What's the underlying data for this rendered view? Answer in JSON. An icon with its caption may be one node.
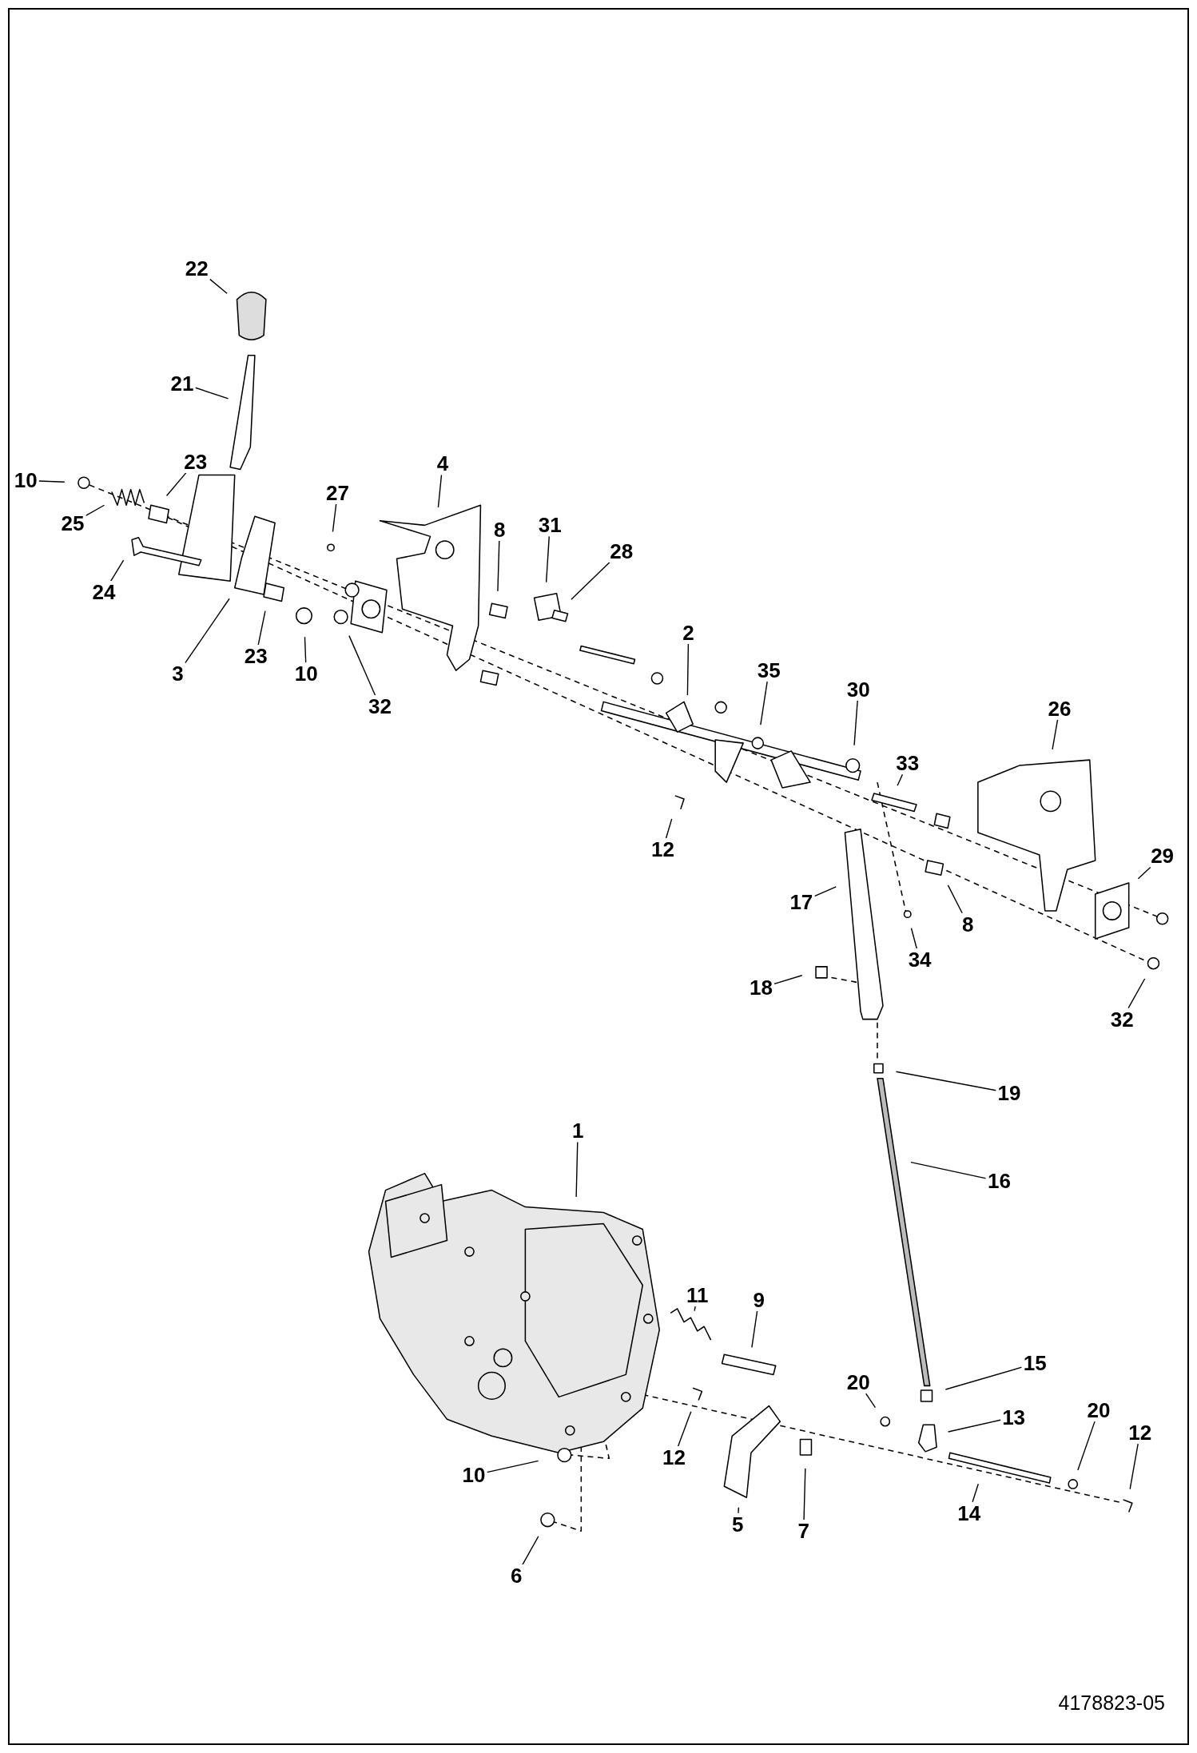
{
  "diagram": {
    "nodes": [
      {
        "text": [
          "22"
        ]
      },
      {
        "text": [
          "21"
        ]
      },
      {
        "text": [
          "23"
        ]
      },
      {
        "text": [
          "10"
        ]
      },
      {
        "text": [
          "25"
        ]
      },
      {
        "text": [
          "24"
        ]
      },
      {
        "text": [
          "3"
        ]
      },
      {
        "text": [
          "23"
        ]
      },
      {
        "text": [
          "10"
        ]
      },
      {
        "text": [
          "32"
        ]
      },
      {
        "text": [
          "27"
        ]
      },
      {
        "text": [
          "4"
        ]
      },
      {
        "text": [
          "8"
        ]
      },
      {
        "text": [
          "31"
        ]
      },
      {
        "text": [
          "28"
        ]
      },
      {
        "text": [
          "2"
        ]
      },
      {
        "text": [
          "35"
        ]
      },
      {
        "text": [
          "30"
        ]
      },
      {
        "text": [
          "33"
        ]
      },
      {
        "text": [
          "26"
        ]
      },
      {
        "text": [
          "12"
        ]
      },
      {
        "text": [
          "17"
        ]
      },
      {
        "text": [
          "8"
        ]
      },
      {
        "text": [
          "29"
        ]
      },
      {
        "text": [
          "34"
        ]
      },
      {
        "text": [
          "18"
        ]
      },
      {
        "text": [
          "32"
        ]
      },
      {
        "text": [
          "19"
        ]
      },
      {
        "text": [
          "16"
        ]
      },
      {
        "text": [
          "1"
        ]
      },
      {
        "text": [
          "11"
        ]
      },
      {
        "text": [
          "9"
        ]
      },
      {
        "text": [
          "15"
        ]
      },
      {
        "text": [
          "20"
        ]
      },
      {
        "text": [
          "13"
        ]
      },
      {
        "text": [
          "20"
        ]
      },
      {
        "text": [
          "12"
        ]
      },
      {
        "text": [
          "12"
        ]
      },
      {
        "text": [
          "10"
        ]
      },
      {
        "text": [
          "5"
        ]
      },
      {
        "text": [
          "7"
        ]
      },
      {
        "text": [
          "14"
        ]
      },
      {
        "text": [
          "6"
        ]
      }
    ],
    "edges": [
      {
        "from": 0,
        "to": null,
        "arrow": "none"
      },
      {
        "from": 1,
        "to": null,
        "arrow": "none"
      },
      {
        "from": 2,
        "to": null,
        "arrow": "none"
      },
      {
        "from": 3,
        "to": null,
        "arrow": "none"
      },
      {
        "from": 4,
        "to": null,
        "arrow": "none"
      },
      {
        "from": 5,
        "to": null,
        "arrow": "none"
      },
      {
        "from": 6,
        "to": null,
        "arrow": "none"
      },
      {
        "from": 7,
        "to": null,
        "arrow": "none"
      },
      {
        "from": 8,
        "to": null,
        "arrow": "none"
      },
      {
        "from": 9,
        "to": null,
        "arrow": "none"
      },
      {
        "from": 10,
        "to": null,
        "arrow": "none"
      },
      {
        "from": 11,
        "to": null,
        "arrow": "none"
      },
      {
        "from": 12,
        "to": null,
        "arrow": "none"
      },
      {
        "from": 13,
        "to": null,
        "arrow": "none"
      },
      {
        "from": 14,
        "to": null,
        "arrow": "none"
      },
      {
        "from": 15,
        "to": null,
        "arrow": "none"
      },
      {
        "from": 16,
        "to": null,
        "arrow": "none"
      },
      {
        "from": 17,
        "to": null,
        "arrow": "none"
      },
      {
        "from": 18,
        "to": null,
        "arrow": "none"
      },
      {
        "from": 19,
        "to": null,
        "arrow": "none"
      },
      {
        "from": 20,
        "to": null,
        "arrow": "none"
      },
      {
        "from": 21,
        "to": null,
        "arrow": "none"
      },
      {
        "from": 22,
        "to": null,
        "arrow": "none"
      },
      {
        "from": 23,
        "to": null,
        "arrow": "none"
      },
      {
        "from": 24,
        "to": null,
        "arrow": "none"
      },
      {
        "from": 25,
        "to": null,
        "arrow": "none"
      },
      {
        "from": 26,
        "to": null,
        "arrow": "none"
      },
      {
        "from": 27,
        "to": null,
        "arrow": "none"
      },
      {
        "from": 28,
        "to": null,
        "arrow": "none"
      },
      {
        "from": 29,
        "to": null,
        "arrow": "none"
      },
      {
        "from": 30,
        "to": null,
        "arrow": "none"
      },
      {
        "from": 31,
        "to": null,
        "arrow": "none"
      },
      {
        "from": 32,
        "to": null,
        "arrow": "none"
      },
      {
        "from": 33,
        "to": null,
        "arrow": "none"
      },
      {
        "from": 34,
        "to": null,
        "arrow": "none"
      },
      {
        "from": 35,
        "to": null,
        "arrow": "none"
      },
      {
        "from": 36,
        "to": null,
        "arrow": "none"
      },
      {
        "from": 37,
        "to": null,
        "arrow": "none"
      },
      {
        "from": 38,
        "to": null,
        "arrow": "none"
      },
      {
        "from": 39,
        "to": null,
        "arrow": "none"
      },
      {
        "from": 40,
        "to": null,
        "arrow": "none"
      },
      {
        "from": 41,
        "to": null,
        "arrow": "none"
      },
      {
        "from": 42,
        "to": null,
        "arrow": "none"
      }
    ],
    "labels": [
      "4178823-05"
    ]
  }
}
